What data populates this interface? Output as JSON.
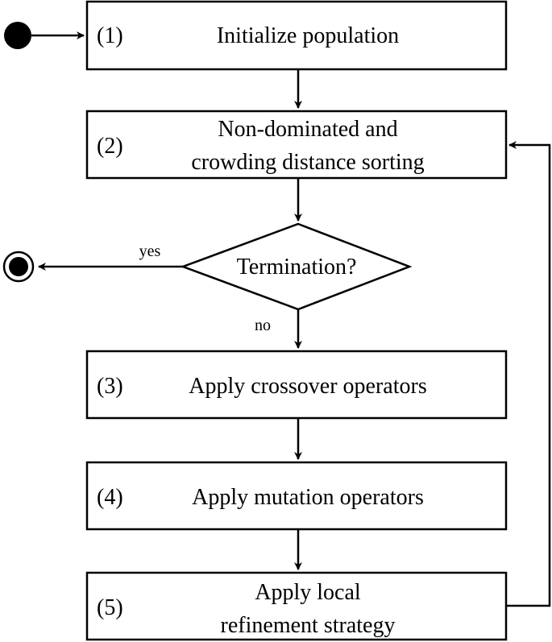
{
  "diagram": {
    "nodes": {
      "step1": {
        "number": "(1)",
        "label": "Initialize population"
      },
      "step2": {
        "number": "(2)",
        "line1": "Non-dominated and",
        "line2": "crowding distance sorting"
      },
      "decision": {
        "label": "Termination?"
      },
      "step3": {
        "number": "(3)",
        "label": "Apply crossover operators"
      },
      "step4": {
        "number": "(4)",
        "label": "Apply mutation operators"
      },
      "step5": {
        "number": "(5)",
        "line1": "Apply local",
        "line2": "refinement strategy"
      }
    },
    "edges": {
      "yes_label": "yes",
      "no_label": "no"
    }
  }
}
